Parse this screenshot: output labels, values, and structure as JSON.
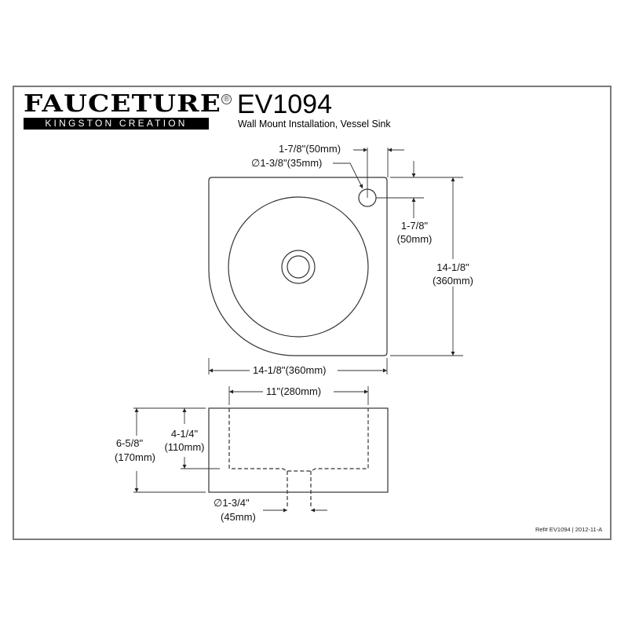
{
  "brand": {
    "name": "FAUCETURE",
    "tagline": "KINGSTON CREATION",
    "registered": "®"
  },
  "header": {
    "model": "EV1094",
    "subtitle": "Wall Mount Installation, Vessel Sink"
  },
  "top_view": {
    "faucet_offset_x": "1-7/8\"(50mm)",
    "faucet_hole_diameter": "∅1-3/8\"(35mm)",
    "faucet_offset_y_in": "1-7/8\"",
    "faucet_offset_y_mm": "(50mm)",
    "depth_in": "14-1/8\"",
    "depth_mm": "(360mm)",
    "width": "14-1/8\"(360mm)"
  },
  "side_view": {
    "bowl_width": "11\"(280mm)",
    "height_in": "6-5/8\"",
    "height_mm": "(170mm)",
    "bowl_depth_in": "4-1/4\"",
    "bowl_depth_mm": "(110mm)",
    "drain_diameter_in": "∅1-3/4\"",
    "drain_diameter_mm": "(45mm)"
  },
  "footer": {
    "reference": "Ref# EV1094 | 2012-11-A"
  },
  "colors": {
    "line": "#333333",
    "frame": "#7a7a7a",
    "background": "#ffffff"
  }
}
